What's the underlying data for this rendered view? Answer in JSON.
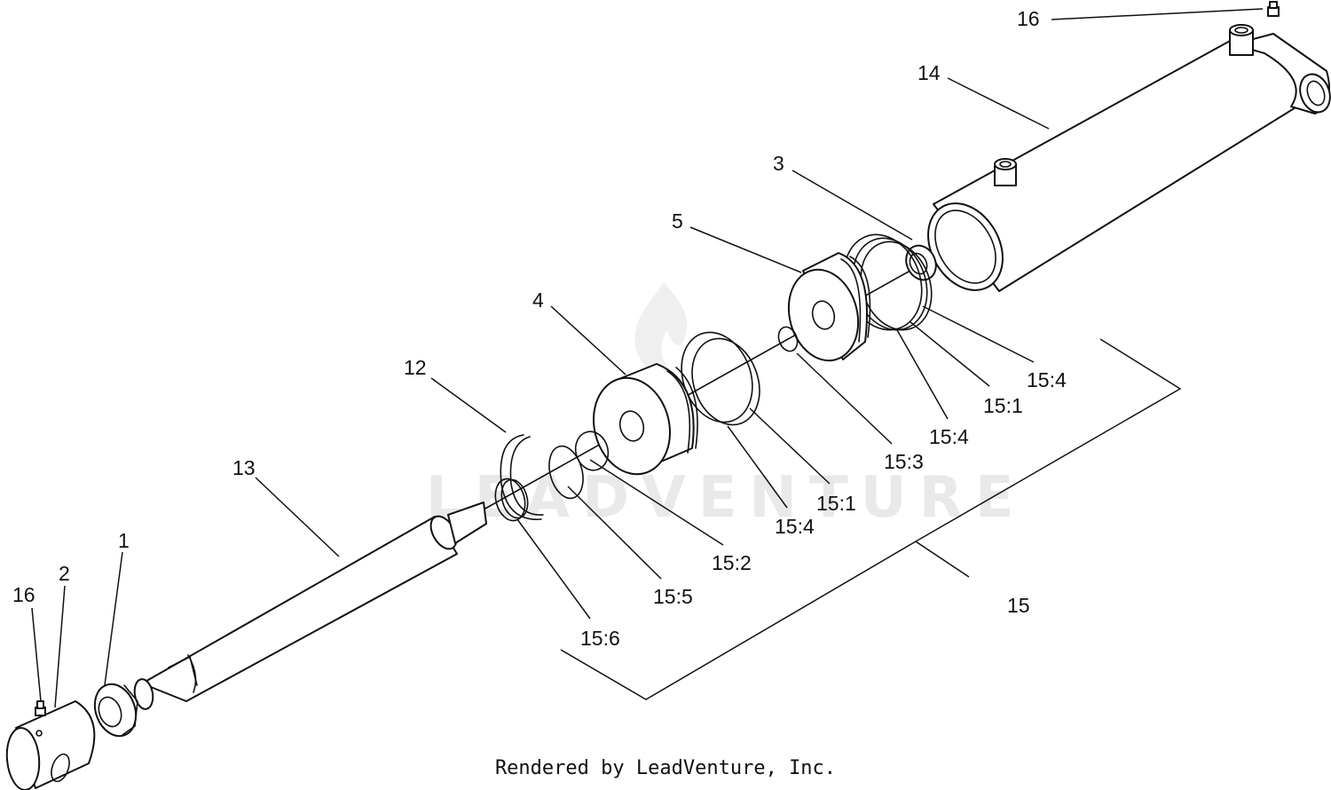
{
  "callouts": {
    "c16a": "16",
    "c14": "14",
    "c3": "3",
    "c5": "5",
    "c4": "4",
    "c12": "12",
    "c13": "13",
    "c1": "1",
    "c2": "2",
    "c16b": "16",
    "c15_4a": "15:4",
    "c15_1a": "15:1",
    "c15_4b": "15:4",
    "c15_3": "15:3",
    "c15_1b": "15:1",
    "c15_4c": "15:4",
    "c15_2": "15:2",
    "c15_5": "15:5",
    "c15_6": "15:6",
    "c15": "15"
  },
  "watermark": "LEADVENTURE",
  "footer": "Rendered by LeadVenture, Inc."
}
